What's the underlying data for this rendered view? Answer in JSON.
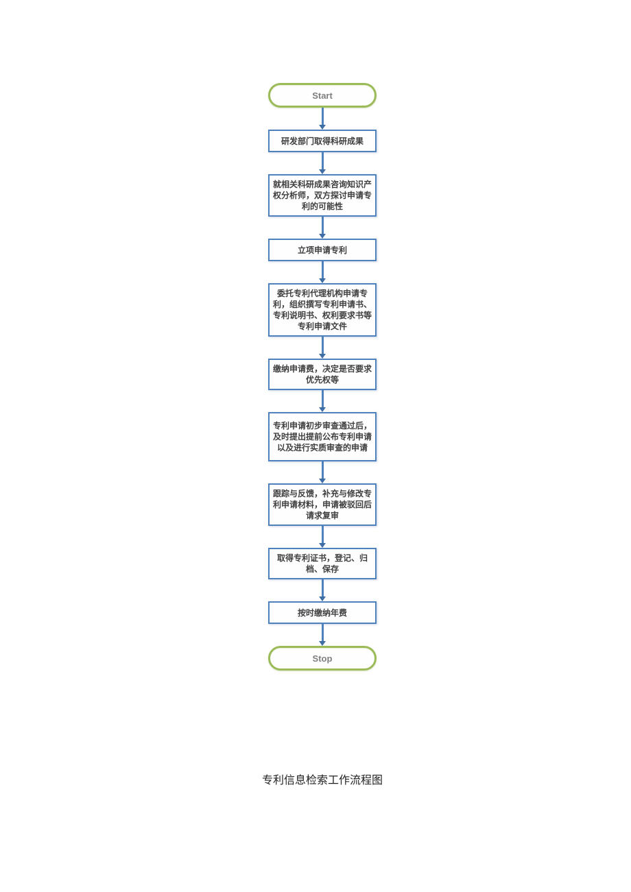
{
  "page": {
    "background": "#ffffff",
    "caption": "专利信息检索工作流程图"
  },
  "flowchart": {
    "colors": {
      "process_border": "#4f81bd",
      "terminal_border": "#9bbb59",
      "arrow": "#4f81bd",
      "terminal_text": "#7f7f7f",
      "process_text": "#3f3f3f"
    },
    "nodes": [
      {
        "id": "start",
        "type": "terminal",
        "label": "Start"
      },
      {
        "id": "step-1",
        "type": "process",
        "label": "研发部门取得科研成果"
      },
      {
        "id": "step-2",
        "type": "process",
        "label": "就相关科研成果咨询知识产权分析师，双方探讨申请专利的可能性"
      },
      {
        "id": "step-3",
        "type": "process",
        "label": "立项申请专利"
      },
      {
        "id": "step-4",
        "type": "process",
        "label": "委托专利代理机构申请专利，组织撰写专利申请书、专利说明书、权利要求书等专利申请文件"
      },
      {
        "id": "step-5",
        "type": "process",
        "label": "缴纳申请费，决定是否要求优先权等"
      },
      {
        "id": "step-6",
        "type": "process",
        "label": "专利申请初步审查通过后，及时提出提前公布专利申请以及进行实质审查的申请"
      },
      {
        "id": "step-7",
        "type": "process",
        "label": "跟踪与反馈，补充与修改专利申请材料，申请被驳回后请求复审"
      },
      {
        "id": "step-8",
        "type": "process",
        "label": "取得专利证书，登记、归档、保存"
      },
      {
        "id": "step-9",
        "type": "process",
        "label": "按时缴纳年费"
      },
      {
        "id": "stop",
        "type": "terminal",
        "label": "Stop"
      }
    ]
  }
}
